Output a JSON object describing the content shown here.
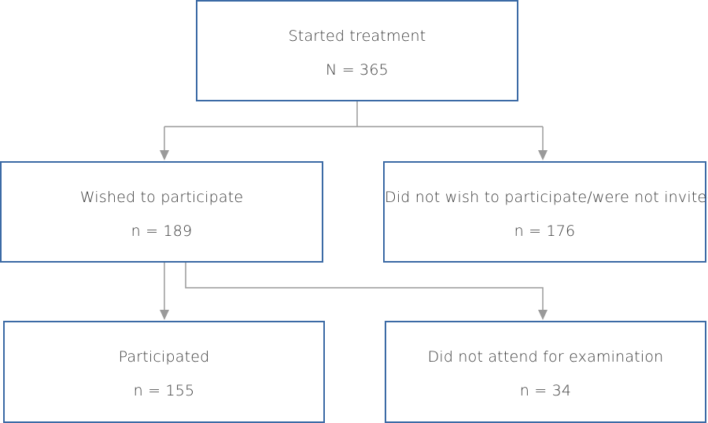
{
  "nodes": {
    "started": {
      "title": "Started treatment",
      "count": "N = 365"
    },
    "wished": {
      "title": "Wished to participate",
      "count": "n = 189"
    },
    "not_wished": {
      "title": "Did not wish to participate/were not invited",
      "count": "n = 176"
    },
    "participated": {
      "title": "Participated",
      "count": "n = 155"
    },
    "not_attended": {
      "title": "Did not attend for examination",
      "count": "n = 34"
    }
  },
  "colors": {
    "box_border": "#3b6aa5",
    "connector": "#9a9a9a",
    "text": "#3a3a3a"
  }
}
